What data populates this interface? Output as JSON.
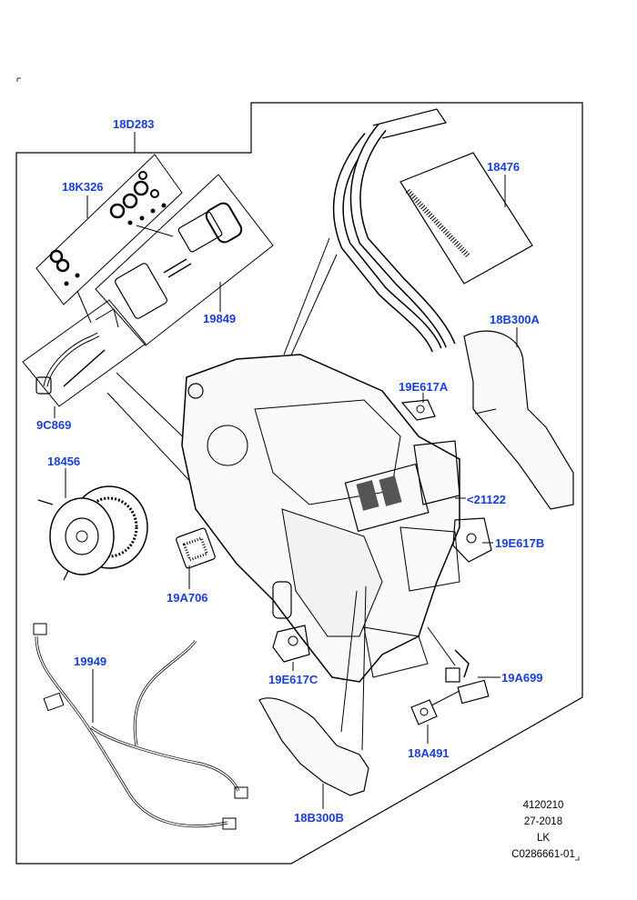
{
  "callouts": {
    "p18D283": "18D283",
    "p18K326": "18K326",
    "p19849": "19849",
    "p9C869": "9C869",
    "p18456": "18456",
    "p19A706": "19A706",
    "p19949": "19949",
    "p18476": "18476",
    "p18B300A": "18B300A",
    "p19E617A": "19E617A",
    "p21122": "<21122",
    "p19E617B": "19E617B",
    "p19E617C": "19E617C",
    "p19A699": "19A699",
    "p18A491": "18A491",
    "p18B300B": "18B300B"
  },
  "info": {
    "line1": "4120210",
    "line2": "27-2018",
    "line3": "LK",
    "line4": "C0286661-01"
  },
  "colors": {
    "callout": "#1a3fd6",
    "line": "#000000"
  }
}
